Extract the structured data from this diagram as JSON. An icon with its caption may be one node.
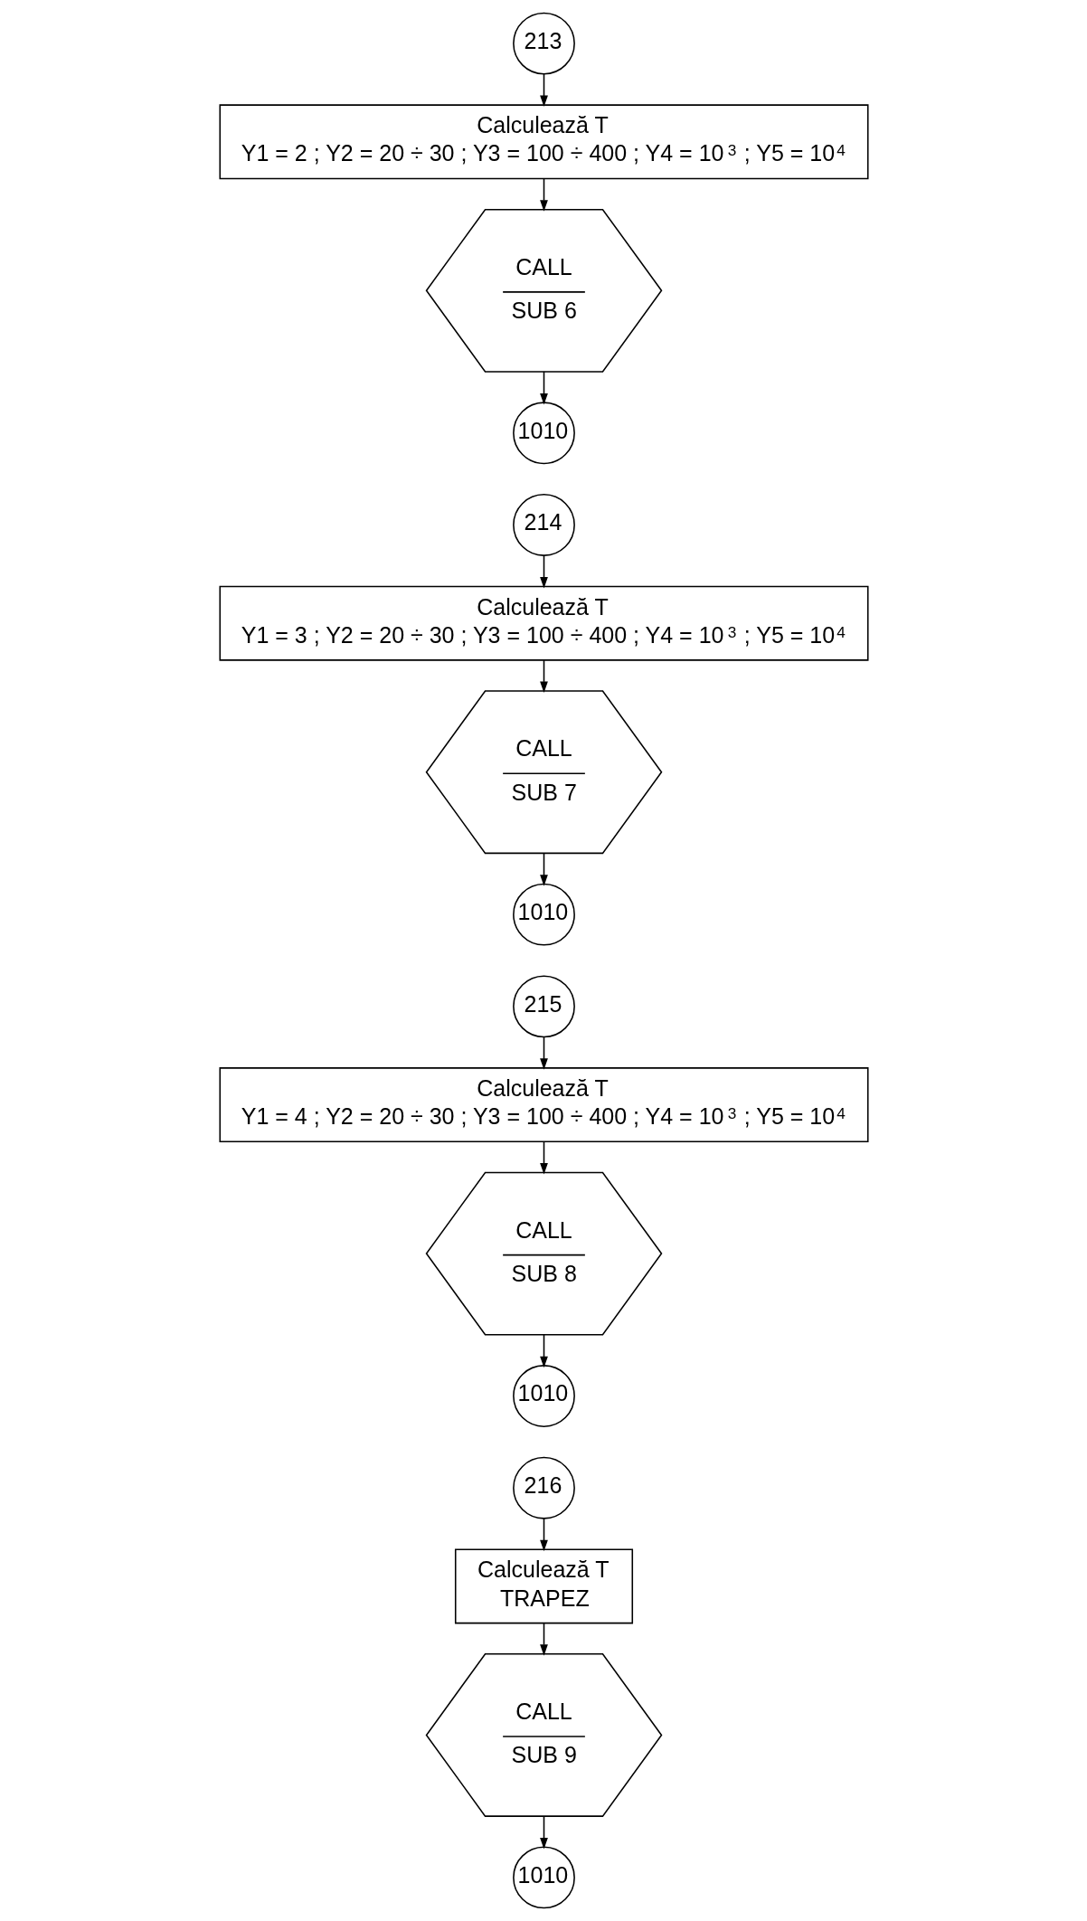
{
  "diagram": {
    "nodes": [
      {
        "text": [
          "213"
        ]
      },
      {
        "text": [
          "Calculează T",
          "Y1 = 2 ; Y2 = 20 ÷ 30 ; Y3 = 100 ÷ 400 ; Y4 = 10$^{3}$ ; Y5 = 10$^{4}$"
        ]
      },
      {
        "text": [
          "CALL",
          "SUB 6"
        ]
      },
      {
        "text": [
          "1010"
        ]
      },
      {
        "text": [
          "214"
        ]
      },
      {
        "text": [
          "Calculează T",
          "Y1 = 3 ; Y2 = 20 ÷ 30 ; Y3 = 100 ÷ 400 ; Y4 = 10$^{3}$ ; Y5 = 10$^{4}$"
        ]
      },
      {
        "text": [
          "CALL",
          "SUB 7"
        ]
      },
      {
        "text": [
          "1010"
        ]
      },
      {
        "text": [
          "215"
        ]
      },
      {
        "text": [
          "Calculează T",
          "Y1 = 4 ; Y2 = 20 ÷ 30 ; Y3 = 100 ÷ 400 ; Y4 = 10$^{3}$ ; Y5 = 10$^{4}$"
        ]
      },
      {
        "text": [
          "CALL",
          "SUB 8"
        ]
      },
      {
        "text": [
          "1010"
        ]
      },
      {
        "text": [
          "216"
        ]
      },
      {
        "text": [
          "Calculează T",
          "TRAPEZ"
        ]
      },
      {
        "text": [
          "CALL",
          "SUB 9"
        ]
      },
      {
        "text": [
          "1010"
        ]
      }
    ],
    "edges": [
      {
        "from": 0,
        "to": 1,
        "arrow": "to"
      },
      {
        "from": 1,
        "to": 2,
        "arrow": "to"
      },
      {
        "from": 2,
        "to": 3,
        "arrow": "to"
      },
      {
        "from": 4,
        "to": 5,
        "arrow": "to"
      },
      {
        "from": 5,
        "to": 6,
        "arrow": "to"
      },
      {
        "from": 6,
        "to": 7,
        "arrow": "to"
      },
      {
        "from": 8,
        "to": 9,
        "arrow": "to"
      },
      {
        "from": 9,
        "to": 10,
        "arrow": "to"
      },
      {
        "from": 10,
        "to": 11,
        "arrow": "to"
      },
      {
        "from": 12,
        "to": 13,
        "arrow": "to"
      },
      {
        "from": 13,
        "to": 14,
        "arrow": "to"
      },
      {
        "from": 14,
        "to": 15,
        "arrow": "to"
      }
    ]
  }
}
